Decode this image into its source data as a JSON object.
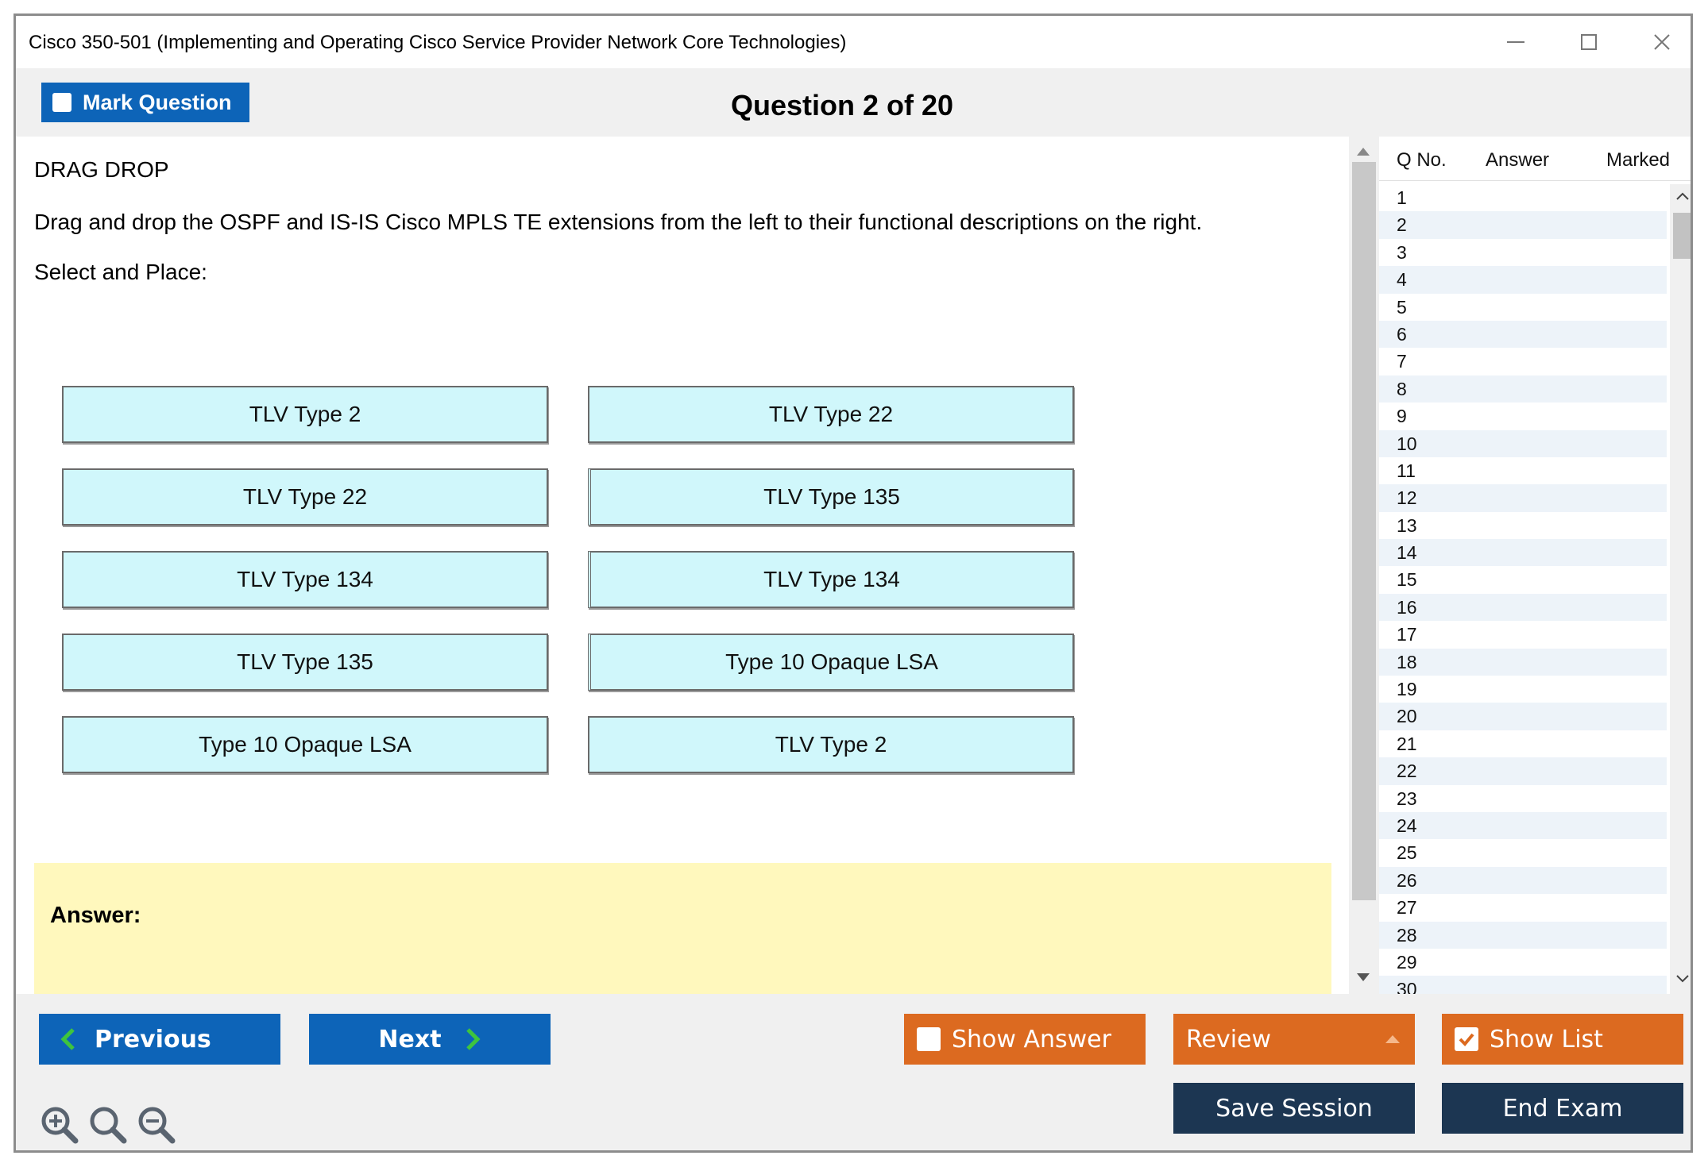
{
  "window": {
    "title": "Cisco 350-501 (Implementing and Operating Cisco Service Provider Network Core Technologies)"
  },
  "header": {
    "mark_question_label": "Mark Question",
    "question_counter": "Question 2 of 20"
  },
  "question": {
    "type": "DRAG DROP",
    "text": "Drag and drop the OSPF and IS-IS Cisco MPLS TE extensions from the left to their functional descriptions on the right.",
    "instruction": "Select and Place:",
    "left_items": [
      "TLV Type 2",
      "TLV Type 22",
      "TLV Type 134",
      "TLV Type 135",
      "Type 10 Opaque LSA"
    ],
    "right_items": [
      "TLV Type 22",
      "TLV Type 135",
      "TLV Type 134",
      "Type 10 Opaque LSA",
      "TLV Type 2"
    ],
    "answer_label": "Answer:"
  },
  "question_list": {
    "headers": {
      "no": "Q No.",
      "answer": "Answer",
      "marked": "Marked"
    },
    "rows": [
      "1",
      "2",
      "3",
      "4",
      "5",
      "6",
      "7",
      "8",
      "9",
      "10",
      "11",
      "12",
      "13",
      "14",
      "15",
      "16",
      "17",
      "18",
      "19",
      "20",
      "21",
      "22",
      "23",
      "24",
      "25",
      "26",
      "27",
      "28",
      "29",
      "30"
    ]
  },
  "buttons": {
    "previous": "Previous",
    "next": "Next",
    "show_answer": "Show Answer",
    "show_answer_checked": false,
    "review": "Review",
    "show_list": "Show List",
    "show_list_checked": true,
    "save_session": "Save Session",
    "end_exam": "End Exam"
  },
  "colors": {
    "primary_blue": "#0d64b8",
    "orange": "#dc6a20",
    "navy": "#1c3652",
    "drag_box": "#d0f7fb",
    "answer_bg": "#fff8bd"
  }
}
